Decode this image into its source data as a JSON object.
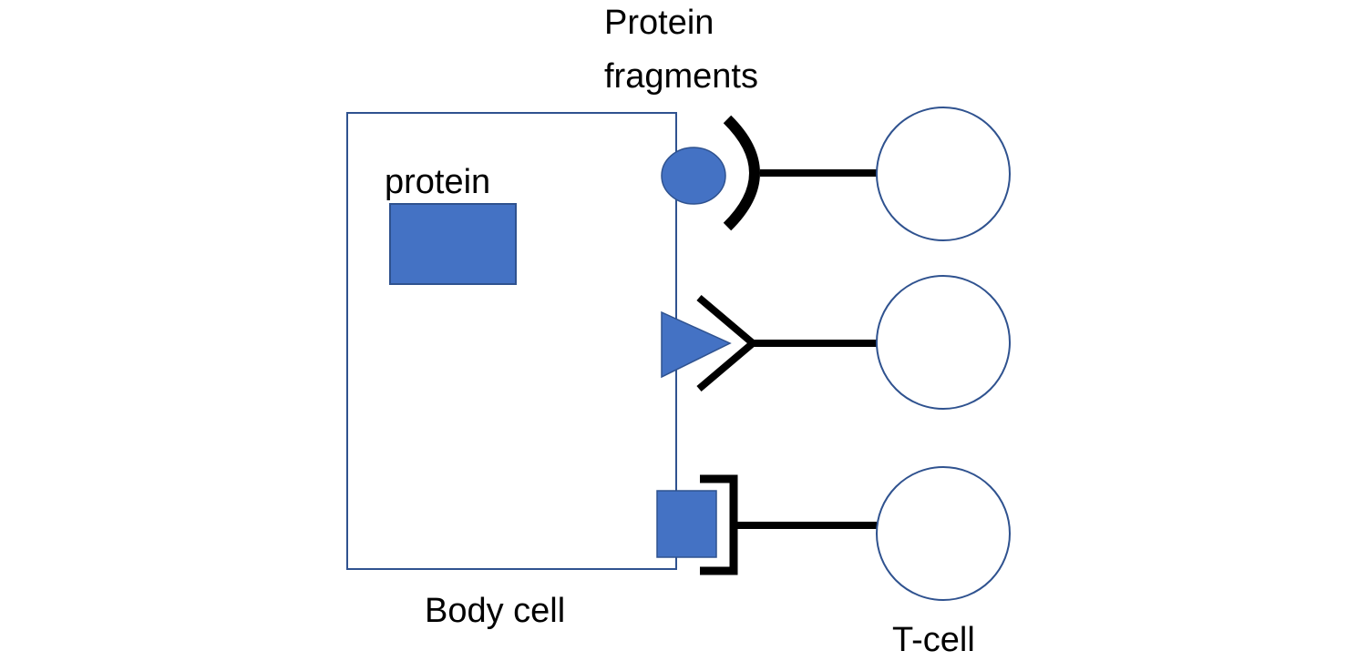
{
  "labels": {
    "protein_fragments_line1": "Protein",
    "protein_fragments_line2": "fragments",
    "protein": "protein",
    "body_cell": "Body cell",
    "t_cell": "T-cell"
  },
  "colors": {
    "fragment_fill": "#4472C4",
    "cell_outline": "#2F528F",
    "receptor": "#000000",
    "background": "#FFFFFF"
  }
}
